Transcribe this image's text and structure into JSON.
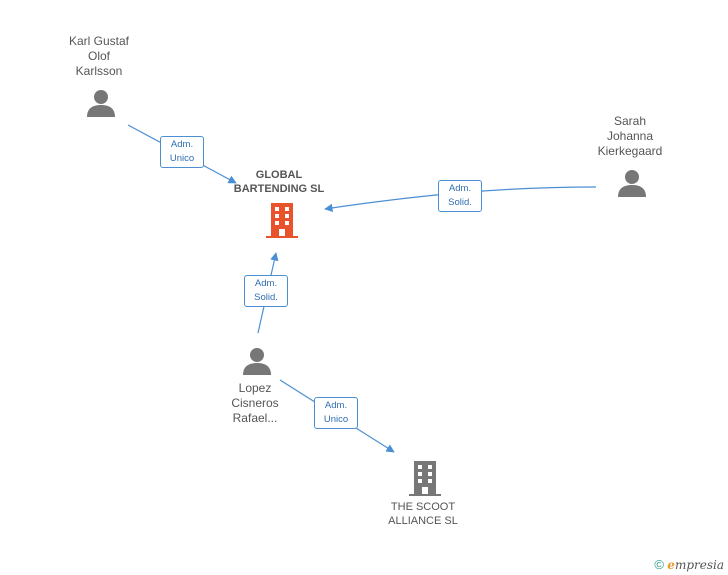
{
  "nodes": {
    "karl": {
      "name_lines": [
        "Karl Gustaf",
        "Olof",
        "Karlsson"
      ],
      "icon": "person-icon"
    },
    "sarah": {
      "name_lines": [
        "Sarah",
        "Johanna",
        "Kierkegaard"
      ],
      "icon": "person-icon"
    },
    "lopez": {
      "name_lines": [
        "Lopez",
        "Cisneros",
        "Rafael..."
      ],
      "icon": "person-icon"
    },
    "global": {
      "name_lines": [
        "GLOBAL",
        "BARTENDING SL"
      ],
      "icon": "building-icon",
      "color": "#e8532c"
    },
    "scoot": {
      "name_lines": [
        "THE SCOOT",
        "ALLIANCE SL"
      ],
      "icon": "building-icon",
      "color": "#777777"
    }
  },
  "edges": {
    "karl_global": [
      "Adm.",
      "Unico"
    ],
    "sarah_global": [
      "Adm.",
      "Solid."
    ],
    "lopez_global": [
      "Adm.",
      "Solid."
    ],
    "lopez_scoot": [
      "Adm.",
      "Unico"
    ]
  },
  "colors": {
    "edge": "#4a8fd4",
    "person": "#777777",
    "main_company": "#e8532c",
    "other_company": "#777777"
  },
  "footer": {
    "copyright": "©",
    "brand_initial": "e",
    "brand_rest": "mpresia"
  }
}
